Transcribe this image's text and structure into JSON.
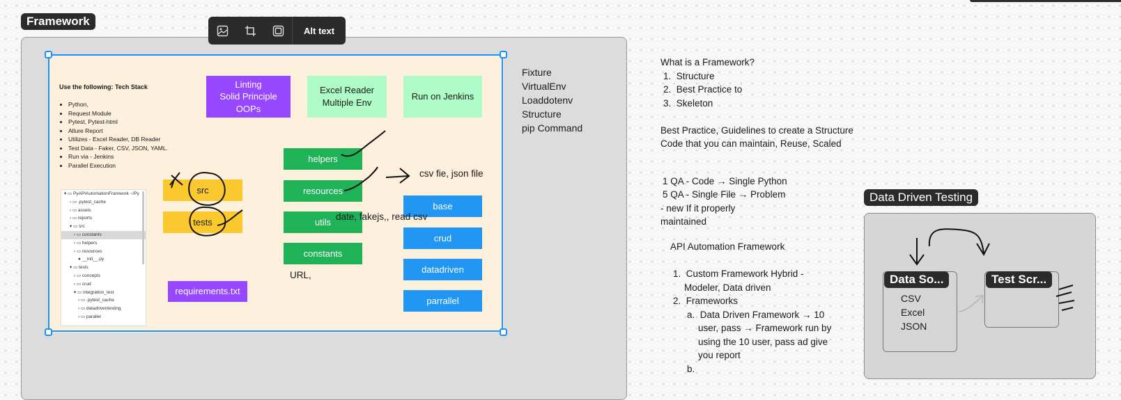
{
  "framework": {
    "title": "Framework",
    "toolbar": {
      "icons": [
        "image-icon",
        "crop-icon",
        "frame-icon"
      ],
      "alt_text": "Alt text"
    },
    "tech_stack": {
      "title": "Use the following: Tech Stack",
      "items": [
        "Python,",
        "Request Module",
        "Pytest, Pytest-html",
        "Allure Report",
        "Utilizes - Excel Reader, DB Reader",
        "Test Data - Faker, CSV, JSON, YAML.",
        "Run via  - Jenkins",
        "Parallel Execution"
      ]
    },
    "tree": [
      "PyAPIAutomationFramwork ~/Py",
      ".pytest_cache",
      "assets",
      "reports",
      "src",
      "constants",
      "helpers",
      "resources",
      "__init__.py",
      "tests",
      "concepts",
      "crud",
      "integration_test",
      ".pytest_cache",
      "datadriventesting",
      "parallel"
    ],
    "top_boxes": {
      "linting": [
        "Linting",
        "Solid Principle",
        "OOPs"
      ],
      "excel": [
        "Excel Reader",
        "Multiple Env"
      ],
      "jenkins": "Run on Jenkins"
    },
    "src_label": "src",
    "tests_label": "tests",
    "requirements": "requirements.txt",
    "green_boxes": [
      "helpers",
      "resources",
      "utils",
      "constants"
    ],
    "blue_boxes": [
      "base",
      "crud",
      "datadriven",
      "parrallel"
    ],
    "csv_note": "csv fie, json file",
    "date_note": "date, fakejs,, read csv",
    "url_note": "URL,",
    "side_list": [
      "Fixture",
      "VirtualEnv",
      "Loaddotenv",
      "Structure",
      "pip Command"
    ]
  },
  "notes": {
    "q": "What is a Framework?",
    "list1": [
      "Structure",
      "Best Practice to",
      "Skeleton"
    ],
    "bp1": "Best Practice, Guidelines to create a Structure",
    "bp2": "Code that you can maintain, Reuse, Scaled",
    "qa1": "1 QA - Code → Single Python",
    "qa2": "5 QA - Single File → Problem",
    "qa3": "- new If it properly",
    "qa4": "maintained",
    "api_title": "API Automation Framework",
    "l1a": "Custom Framework Hybrid -",
    "l1b": "Modeler, Data driven",
    "l2": "Frameworks",
    "la1": "Data Driven Framework → 10",
    "la2": "user, pass → Framework run by",
    "la3": "using the 10 user, pass ad give",
    "la4": "you report",
    "lb": ""
  },
  "data_driven": {
    "title": "Data Driven Testing",
    "source_title": "Data So...",
    "source_items": [
      "CSV",
      "Excel",
      "JSON"
    ],
    "script_title": "Test Scr..."
  }
}
